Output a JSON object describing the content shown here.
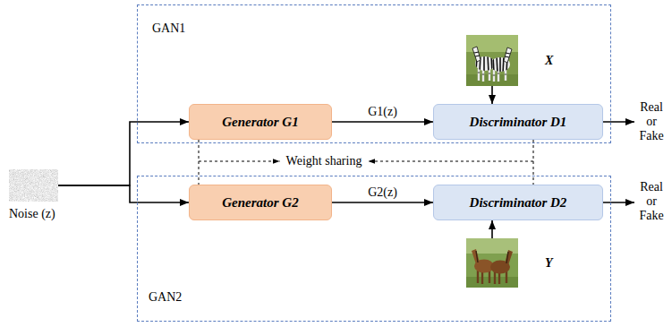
{
  "diagram": {
    "nodes": [
      {
        "text": [
          "GAN1"
        ]
      },
      {
        "text": [
          "X"
        ],
        "in": 0
      },
      {
        "text": [
          "Generator G1"
        ],
        "in": 0
      },
      {
        "text": [
          "Discriminator D1"
        ],
        "in": 0
      },
      {
        "text": [
          "Real or Fake"
        ]
      },
      {
        "text": [
          "Noise (z)"
        ]
      },
      {
        "text": [
          "GAN2"
        ]
      },
      {
        "text": [
          "Generator G2"
        ],
        "in": 6
      },
      {
        "text": [
          "Discriminator D2"
        ],
        "in": 6
      },
      {
        "text": [
          "Real or Fake"
        ]
      },
      {
        "text": [
          "Y"
        ],
        "in": 6
      }
    ],
    "edges": [
      {
        "from": 5,
        "to": 2,
        "arrow": "to"
      },
      {
        "from": 5,
        "to": 7,
        "arrow": "to"
      },
      {
        "from": 2,
        "to": 3,
        "label": "G1(z)",
        "arrow": "to"
      },
      {
        "from": 7,
        "to": 8,
        "label": "G2(z)",
        "arrow": "to"
      },
      {
        "from": 1,
        "to": 3,
        "arrow": "to"
      },
      {
        "from": 10,
        "to": 8,
        "arrow": "to"
      },
      {
        "from": 3,
        "to": 4,
        "arrow": "to"
      },
      {
        "from": 8,
        "to": 9,
        "arrow": "to"
      },
      {
        "from": 2,
        "to": 7,
        "arrow": "none"
      },
      {
        "from": 3,
        "to": 8,
        "arrow": "none"
      }
    ],
    "labels": [
      "Weight sharing"
    ]
  }
}
